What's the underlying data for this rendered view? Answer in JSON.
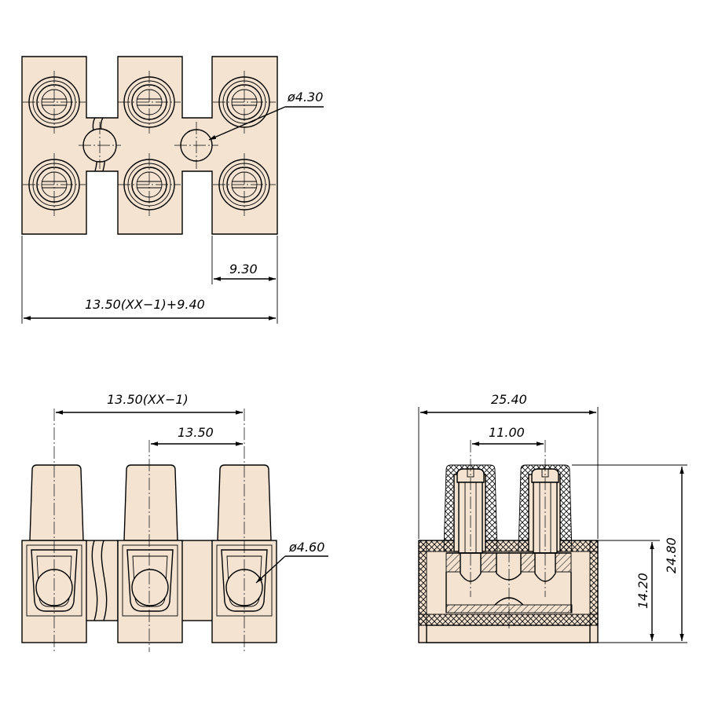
{
  "colors": {
    "line": "#000000",
    "body": "#f4e3d1",
    "background": "#ffffff"
  },
  "top_view": {
    "hole_diameter_label": "ø4.30",
    "pitch_edge_label": "9.30",
    "overall_width_label": "13.50(XX−1)+9.40"
  },
  "front_view": {
    "span_label": "13.50(XX−1)",
    "pitch_label": "13.50",
    "hole_diameter_label": "ø4.60"
  },
  "side_view": {
    "width_label": "25.40",
    "screw_spacing_label": "11.00",
    "body_height_label": "14.20",
    "total_height_label": "24.80"
  }
}
